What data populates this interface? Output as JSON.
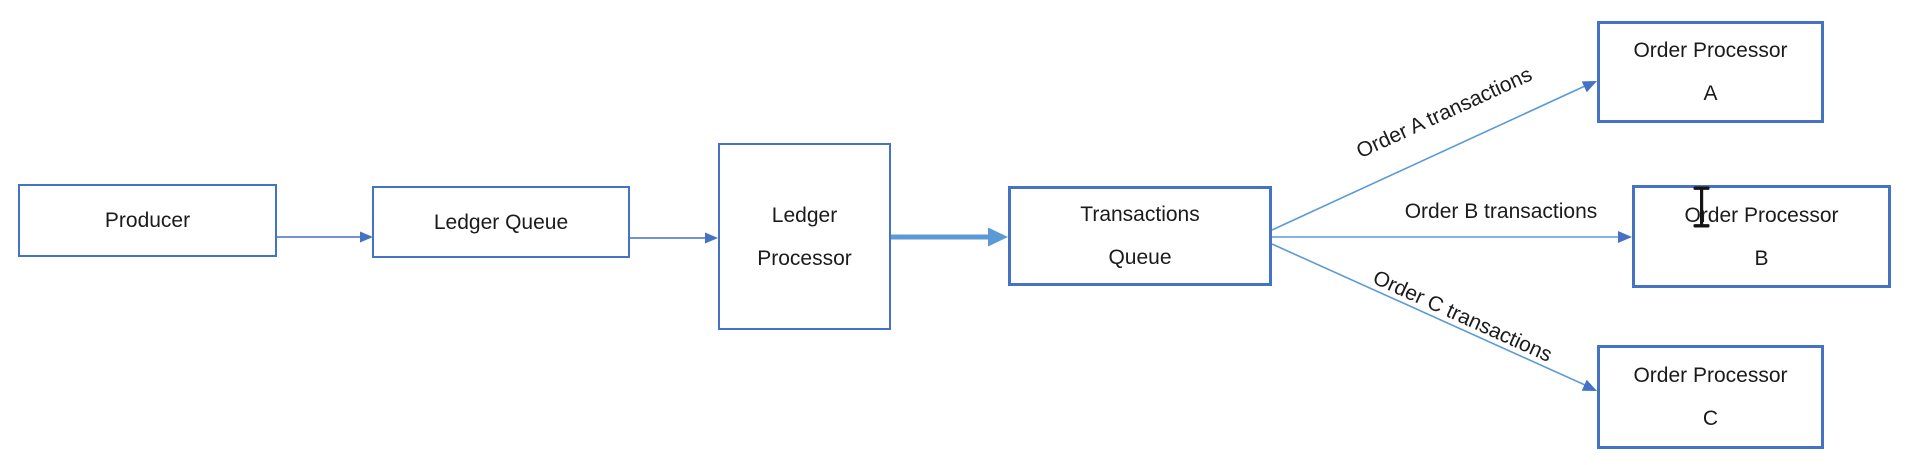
{
  "diagram": {
    "nodes": {
      "producer": {
        "label": "Producer"
      },
      "ledger_queue": {
        "label": "Ledger Queue"
      },
      "ledger_processor": {
        "label": "Ledger\nProcessor"
      },
      "transactions_queue": {
        "label": "Transactions\nQueue"
      },
      "order_processor_a": {
        "label": "Order Processor\nA"
      },
      "order_processor_b": {
        "label": "Order Processor\nB"
      },
      "order_processor_c": {
        "label": "Order Processor\nC"
      }
    },
    "edge_labels": {
      "order_a": "Order A transactions",
      "order_b": "Order B transactions",
      "order_c": "Order C transactions"
    },
    "colors": {
      "box_border": "#4472C4",
      "box_fill": "#FFFFFF",
      "text": "#1B1B1B",
      "arrow_thin": "#4472C4",
      "arrow_thick": "#5B9BD5",
      "fan_line": "#5B9BD5",
      "fan_arrowhead": "#4472C4"
    },
    "cursor": {
      "type": "ibeam-text-cursor"
    }
  }
}
